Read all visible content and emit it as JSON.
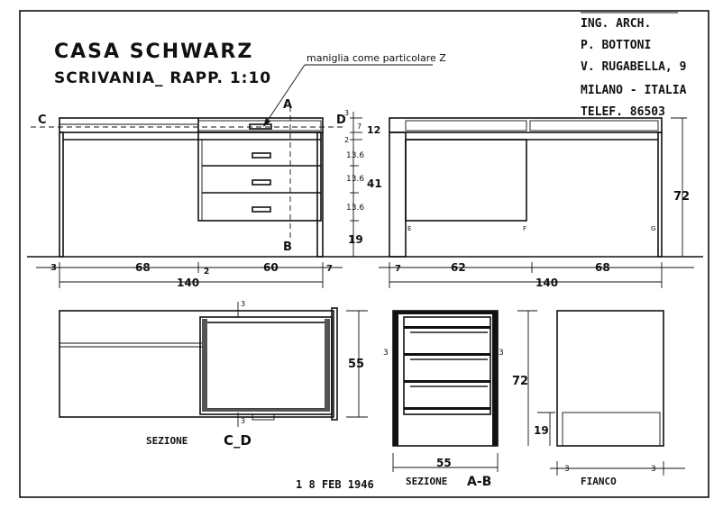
{
  "title": {
    "line1": "CASA SCHWARZ",
    "line2": "SCRIVANIA_ RAPP. 1:10"
  },
  "architect": {
    "line1": "ING. ARCH.",
    "line2": "P. BOTTONI",
    "line3": "V. RUGABELLA, 9",
    "line4": "MILANO - ITALIA",
    "line5": "TELEF. 86503"
  },
  "note_handle": "maniglia come particolare Z",
  "section_marks": {
    "a": "A",
    "b": "B",
    "c": "C",
    "d": "D",
    "d_sup": "3",
    "e": "E",
    "f": "F",
    "g": "G"
  },
  "front_dims": {
    "top_gaps": [
      "7",
      "2"
    ],
    "top_total": "12",
    "drawers": [
      "13.6",
      "13.6",
      "13.6"
    ],
    "drawer_total": "41",
    "leg_height": "19",
    "widths": [
      "3",
      "68",
      "2",
      "60",
      "7"
    ],
    "overall": "140"
  },
  "back_dims": {
    "height": "72",
    "widths": [
      "7",
      "62",
      "68"
    ],
    "overall": "140"
  },
  "plan": {
    "gap_top": "3",
    "gap_bottom": "3",
    "depth": "55",
    "label": "SEZIONE",
    "cut": "C_D"
  },
  "section_ab": {
    "gap_left": "3",
    "gap_right": "3",
    "height": "72",
    "leg": "19",
    "width": "55",
    "label": "SEZIONE",
    "cut": "A-B"
  },
  "side": {
    "left": "3",
    "right": "3",
    "label": "FIANCO"
  },
  "stamp_date": "1 8 FEB 1946"
}
